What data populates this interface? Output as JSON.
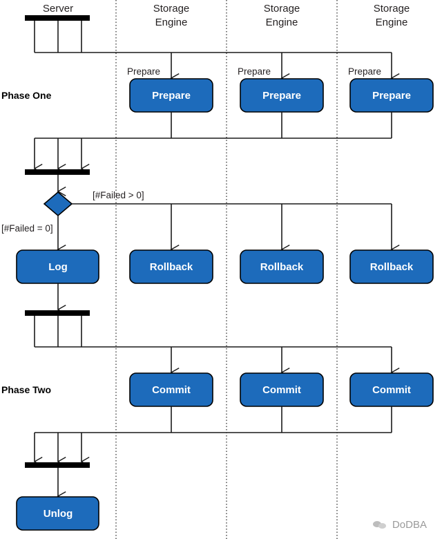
{
  "lanes": {
    "server": "Server",
    "engine1": [
      "Storage",
      "Engine"
    ],
    "engine2": [
      "Storage",
      "Engine"
    ],
    "engine3": [
      "Storage",
      "Engine"
    ]
  },
  "phases": {
    "one": "Phase One",
    "two": "Phase Two"
  },
  "edge_labels": {
    "prepare": [
      "Prepare",
      "Prepare",
      "Prepare"
    ],
    "failed_gt": "[#Failed > 0]",
    "failed_eq": "[#Failed = 0]"
  },
  "nodes": {
    "prepare": [
      "Prepare",
      "Prepare",
      "Prepare"
    ],
    "log": "Log",
    "rollback": [
      "Rollback",
      "Rollback",
      "Rollback"
    ],
    "commit": [
      "Commit",
      "Commit",
      "Commit"
    ],
    "unlog": "Unlog"
  },
  "colors": {
    "box_fill": "#1d6bbb",
    "box_text": "#ffffff",
    "bar": "#000000"
  },
  "watermark": "DoDBA"
}
